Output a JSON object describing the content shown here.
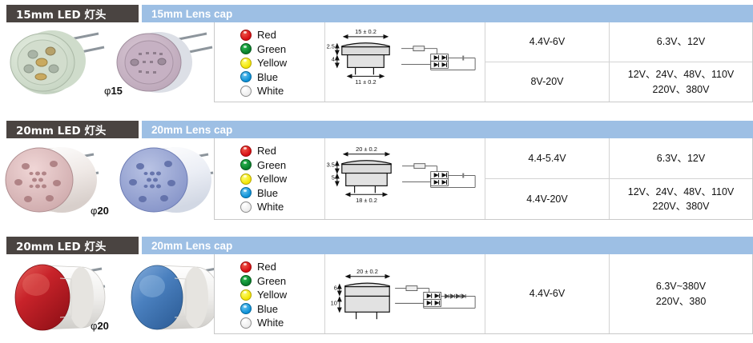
{
  "sections": [
    {
      "header_left": "15mm LED 灯头",
      "header_right": "15mm Lens cap",
      "diameter_label_symbol": "φ",
      "diameter_label_value": "15",
      "colors": [
        {
          "name": "Red",
          "hex": "#d60d14"
        },
        {
          "name": "Green",
          "hex": "#067d2b"
        },
        {
          "name": "Yellow",
          "hex": "#f2e400"
        },
        {
          "name": "Blue",
          "hex": "#0a8fd6"
        },
        {
          "name": "White",
          "hex": "#ffffff"
        }
      ],
      "drawing": {
        "top_width": "15 ± 0.2",
        "bottom_width": "11 ± 0.2",
        "height_upper": "2.5",
        "height_lower": "4"
      },
      "voltage_rows": [
        "4.4V-6V",
        "8V-20V"
      ],
      "rated_rows": [
        [
          "6.3V、12V"
        ],
        [
          "12V、24V、48V、110V",
          "220V、380V"
        ]
      ]
    },
    {
      "header_left": "20mm LED 灯头",
      "header_right": "20mm Lens cap",
      "diameter_label_symbol": "φ",
      "diameter_label_value": "20",
      "colors": [
        {
          "name": "Red",
          "hex": "#d60d14"
        },
        {
          "name": "Green",
          "hex": "#067d2b"
        },
        {
          "name": "Yellow",
          "hex": "#f2e400"
        },
        {
          "name": "Blue",
          "hex": "#0a8fd6"
        },
        {
          "name": "White",
          "hex": "#ffffff"
        }
      ],
      "drawing": {
        "top_width": "20 ± 0.2",
        "bottom_width": "18 ± 0.2",
        "height_upper": "3.5",
        "height_lower": "5"
      },
      "voltage_rows": [
        "4.4-5.4V",
        "4.4V-20V"
      ],
      "rated_rows": [
        [
          "6.3V、12V"
        ],
        [
          "12V、24V、48V、110V",
          "220V、380V"
        ]
      ]
    },
    {
      "header_left": "20mm LED 灯头",
      "header_right": "20mm Lens cap",
      "diameter_label_symbol": "φ",
      "diameter_label_value": "20",
      "colors": [
        {
          "name": "Red",
          "hex": "#d60d14"
        },
        {
          "name": "Green",
          "hex": "#067d2b"
        },
        {
          "name": "Yellow",
          "hex": "#f2e400"
        },
        {
          "name": "Blue",
          "hex": "#0a8fd6"
        },
        {
          "name": "White",
          "hex": "#ffffff"
        }
      ],
      "drawing": {
        "top_width": "20 ± 0.2",
        "bottom_width": "",
        "height_upper": "6",
        "height_lower": "10"
      },
      "voltage_rows": [
        "4.4V-6V"
      ],
      "rated_rows": [
        [
          "6.3V~380V",
          "220V、380"
        ]
      ]
    }
  ],
  "theme": {
    "header_dark": "#4a4441",
    "header_blue": "#9dbfe4",
    "border": "#c9c9c9",
    "text": "#111111"
  }
}
